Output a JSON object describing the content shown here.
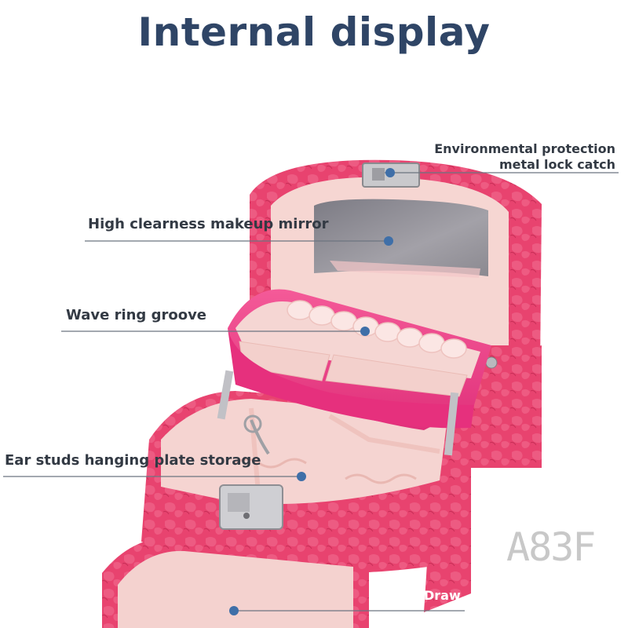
{
  "title": "Internal display",
  "callouts": {
    "lock_catch_line1": "Environmental protection",
    "lock_catch_line2": "metal lock catch",
    "mirror": "High clearness makeup mirror",
    "ring_groove": "Wave ring groove",
    "ear_studs": "Ear studs hanging plate storage",
    "drawer": "Draw"
  },
  "watermark": "A83F",
  "colors": {
    "title": "#2f4566",
    "case_pink": "#e8436f",
    "tray_pink": "#f0448a",
    "lining": "#f6d6d2",
    "mirror": "#8d8b93",
    "leader_line": "#6c7480",
    "dot": "#3f6fa8"
  }
}
